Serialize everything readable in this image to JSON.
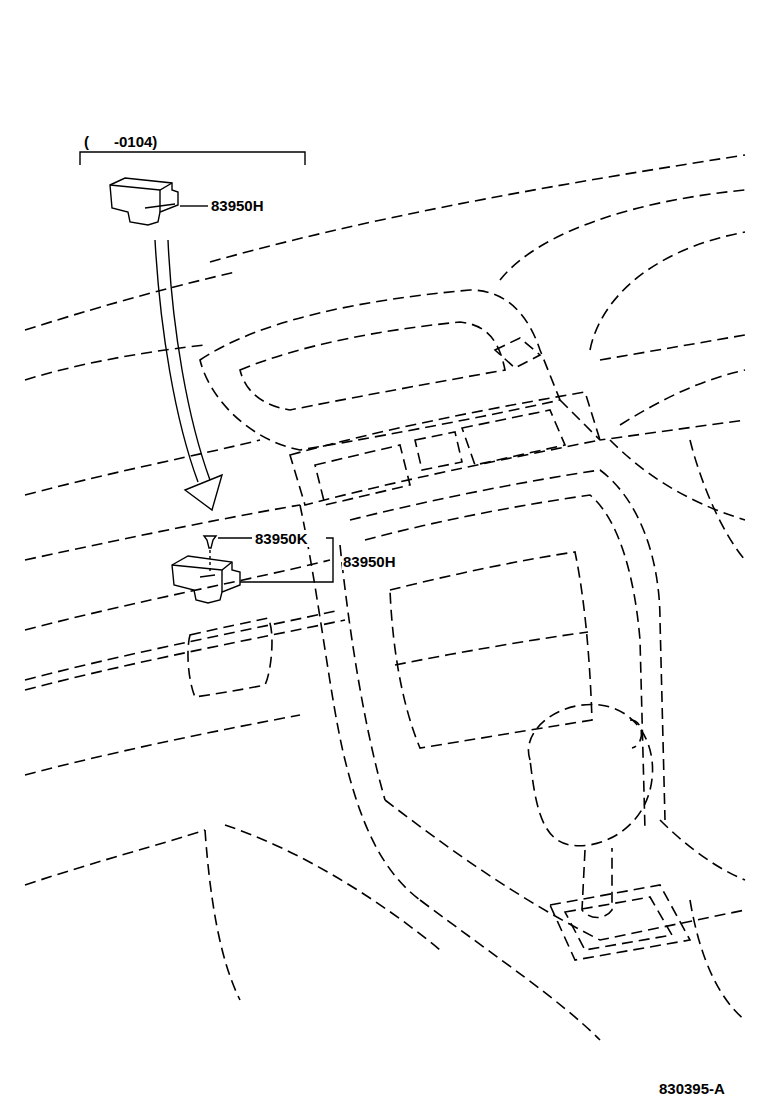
{
  "diagram": {
    "labels": [
      "(      -0104)",
      "83950H",
      "83950K",
      "83950H",
      "830395-A"
    ]
  }
}
